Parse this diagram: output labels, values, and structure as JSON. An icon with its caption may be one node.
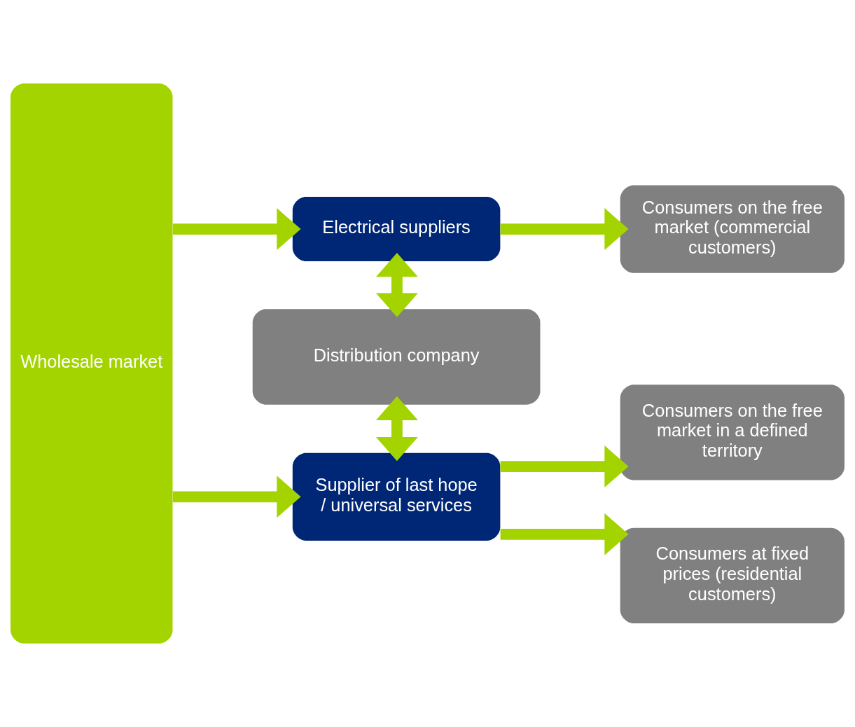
{
  "diagram": {
    "nodes": [
      {
        "text": [
          "Wholesale market"
        ]
      },
      {
        "text": [
          "Electrical suppliers"
        ]
      },
      {
        "text": [
          "Consumers on the free market (commercial customers)"
        ]
      },
      {
        "text": [
          "Distribution company"
        ]
      },
      {
        "text": [
          "Supplier of last hope / universal services"
        ]
      },
      {
        "text": [
          "Consumers on the free market in a defined territory"
        ]
      },
      {
        "text": [
          "Consumers at fixed prices (residential customers)"
        ]
      }
    ],
    "edges": [
      {
        "from": 0,
        "to": 1,
        "arrow": "to"
      },
      {
        "from": 1,
        "to": 2,
        "arrow": "to"
      },
      {
        "from": 1,
        "to": 3,
        "arrow": "both"
      },
      {
        "from": 3,
        "to": 4,
        "arrow": "both"
      },
      {
        "from": 0,
        "to": 4,
        "arrow": "to"
      },
      {
        "from": 4,
        "to": 5,
        "arrow": "to"
      },
      {
        "from": 4,
        "to": 6,
        "arrow": "to"
      }
    ]
  }
}
